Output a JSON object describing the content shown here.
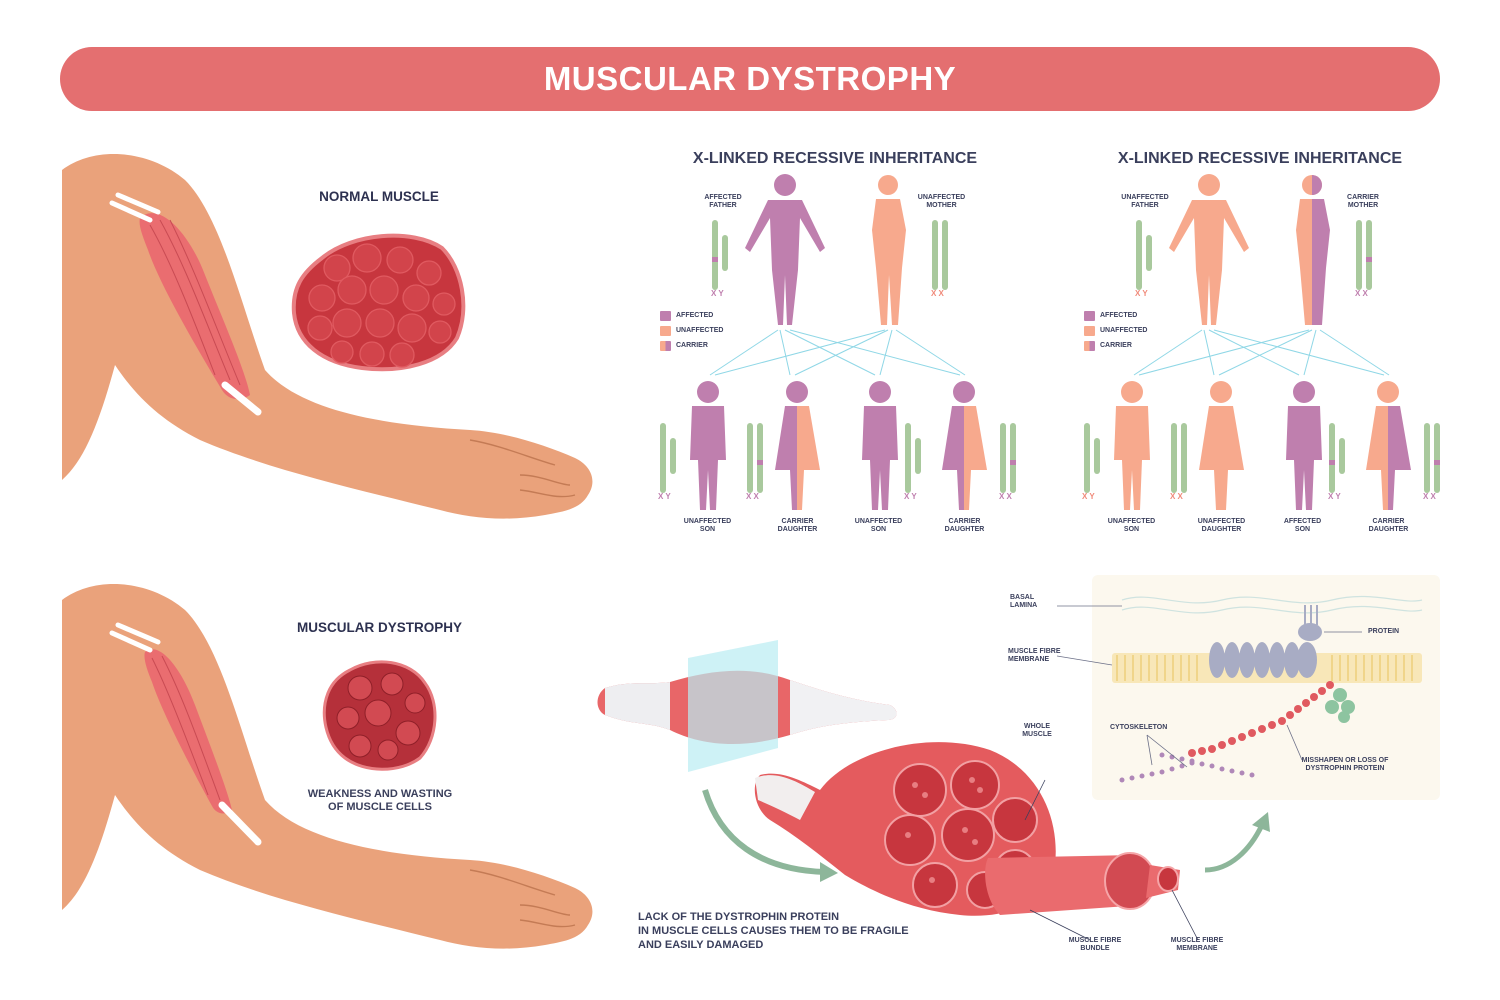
{
  "title": "MUSCULAR DYSTROPHY",
  "colors": {
    "banner": "#e46f70",
    "affected": "#bf7fae",
    "unaffected": "#f7a98d",
    "muscle": "#e45b5e",
    "skin": "#eaa27b",
    "chromosome": "#a9c99d",
    "arrow": "#8fd7e6"
  },
  "normal": {
    "heading": "NORMAL MUSCLE"
  },
  "dystrophy": {
    "heading": "MUSCULAR DYSTROPHY",
    "caption": "WEAKNESS AND WASTING\nOF MUSCLE CELLS"
  },
  "inheritance": [
    {
      "title": "X-LINKED RECESSIVE INHERITANCE",
      "father": {
        "label": "AFFECTED\nFATHER",
        "chrom": "X Y"
      },
      "mother": {
        "label": "UNAFFECTED\nMOTHER",
        "chrom": "X X"
      },
      "legend": [
        "AFFECTED",
        "UNAFFECTED",
        "CARRIER"
      ],
      "children": [
        {
          "label": "UNAFFECTED\nSON",
          "chrom": "X Y"
        },
        {
          "label": "CARRIER\nDAUGHTER",
          "chrom": "X X"
        },
        {
          "label": "UNAFFECTED\nSON",
          "chrom": "X Y"
        },
        {
          "label": "CARRIER\nDAUGHTER",
          "chrom": "X X"
        }
      ]
    },
    {
      "title": "X-LINKED RECESSIVE INHERITANCE",
      "father": {
        "label": "UNAFFECTED\nFATHER",
        "chrom": "X Y"
      },
      "mother": {
        "label": "CARRIER\nMOTHER",
        "chrom": "X X"
      },
      "legend": [
        "AFFECTED",
        "UNAFFECTED",
        "CARRIER"
      ],
      "children": [
        {
          "label": "UNAFFECTED\nSON",
          "chrom": "X Y"
        },
        {
          "label": "UNAFFECTED\nDAUGHTER",
          "chrom": "X X"
        },
        {
          "label": "AFFECTED\nSON",
          "chrom": "X Y"
        },
        {
          "label": "CARRIER\nDAUGHTER",
          "chrom": "X X"
        }
      ]
    }
  ],
  "anatomy": {
    "note": "LACK OF THE DYSTROPHIN PROTEIN\nIN MUSCLE CELLS CAUSES THEM TO BE FRAGILE\nAND EASILY DAMAGED",
    "whole_muscle": "WHOLE\nMUSCLE",
    "fibre_bundle": "MUSCLE FIBRE\nBUNDLE",
    "fibre_membrane": "MUSCLE FIBRE\nMEMBRANE"
  },
  "cell": {
    "basal_lamina": "BASAL\nLAMINA",
    "membrane": "MUSCLE FIBRE\nMEMBRANE",
    "protein": "PROTEIN",
    "cytoskeleton": "CYTOSKELETON",
    "misshapen": "MISSHAPEN OR LOSS OF\nDYSTROPHIN PROTEIN"
  }
}
